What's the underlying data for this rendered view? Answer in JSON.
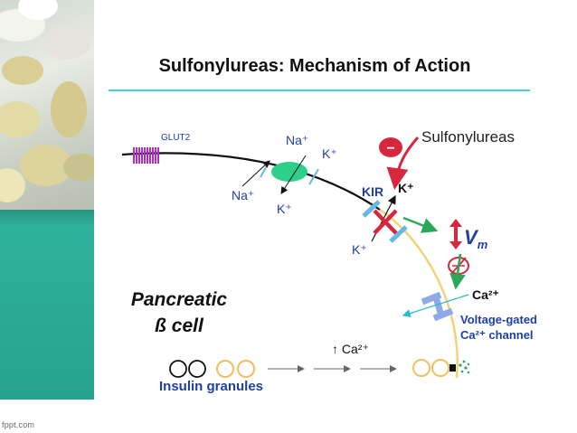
{
  "slide": {
    "title": "Sulfonylureas: Mechanism of Action",
    "footer": "fppt.com"
  },
  "diagram": {
    "glut2": "GLUT2",
    "na_in": "Na⁺",
    "k_out_top": "K⁺",
    "na_out": "Na⁺",
    "k_in": "K⁺",
    "sulfonylureas": "Sulfonylureas",
    "minus_sign": "−",
    "kir": "KIR",
    "kir_k_out": "K⁺",
    "kir_k_in": "K⁺",
    "vm": "V",
    "vm_sub": "m",
    "ca_channel_ion": "Ca²⁺",
    "vgcc_line1": "Voltage-gated",
    "vgcc_line2": "Ca²⁺ channel",
    "cell_line1": "Pancreatic",
    "cell_line2": "ß cell",
    "ca_increase": "↑ Ca²⁺",
    "insulin_granules": "Insulin granules"
  },
  "colors": {
    "title_rule": "#3fd4d8",
    "membrane": "#f2d27a",
    "glut2": "#b02cc8",
    "pump": "#2ecf8a",
    "channel": "#66b8e6",
    "text_blue": "#1f3fa8",
    "drug_red": "#d7263d",
    "green_arrow": "#2aa85a",
    "teal_panel": "#2fb39c"
  }
}
